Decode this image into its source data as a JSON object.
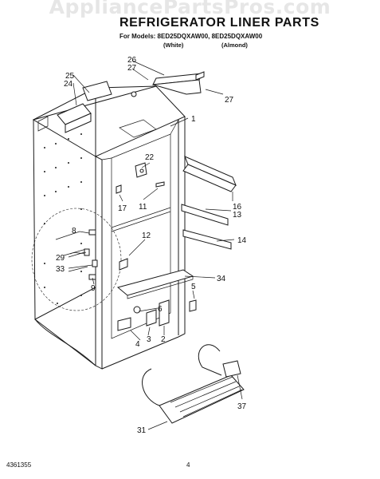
{
  "watermark": "AppliancePartsPros.com",
  "title": "REFRIGERATOR LINER PARTS",
  "models": "For Models: 8ED25DQXAW00, 8ED25DQXAW00",
  "color_white": "(White)",
  "color_almond": "(Almond)",
  "footer_code": "4361355",
  "page_number": "4",
  "callouts": {
    "c1": "1",
    "c2": "2",
    "c3": "3",
    "c4": "4",
    "c5": "5",
    "c6": "6",
    "c8": "8",
    "c9": "9",
    "c11": "11",
    "c12": "12",
    "c13": "13",
    "c14": "14",
    "c16": "16",
    "c17": "17",
    "c22": "22",
    "c24": "24",
    "c25": "25",
    "c26": "26",
    "c27a": "27",
    "c27b": "27",
    "c29": "29",
    "c31": "31",
    "c33": "33",
    "c34": "34",
    "c37": "37"
  }
}
